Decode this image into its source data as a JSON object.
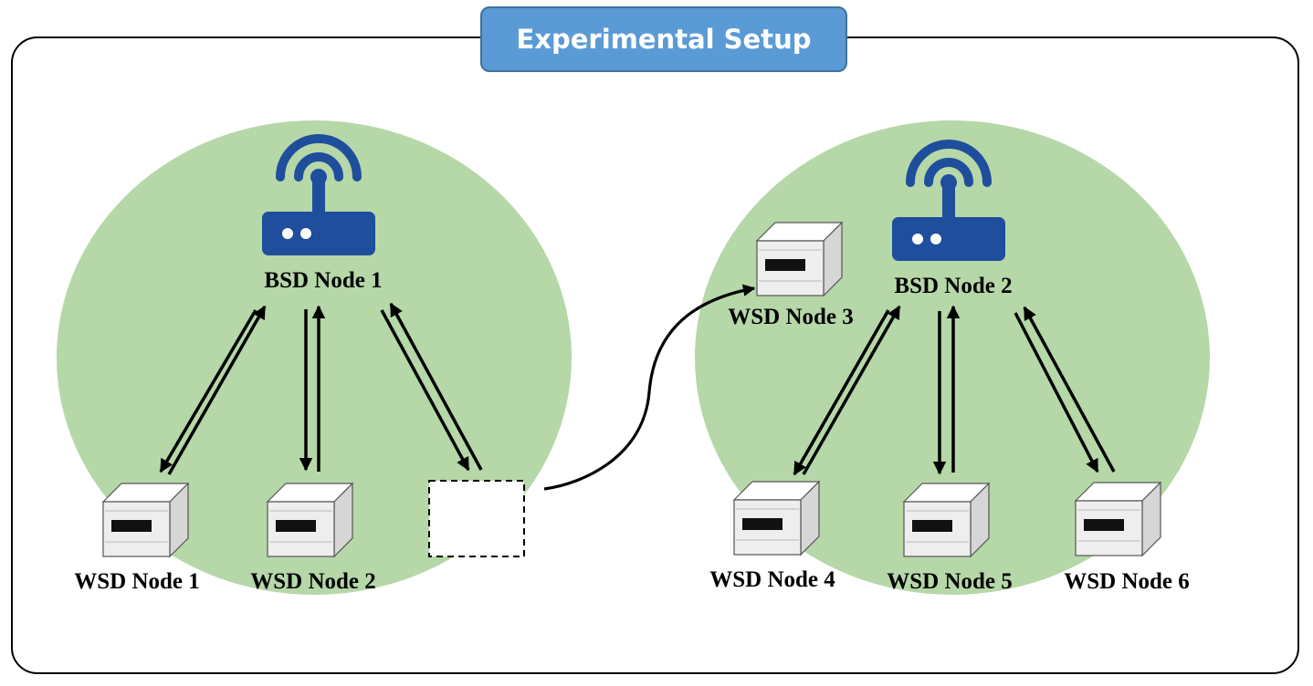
{
  "title": "Experimental Setup",
  "colors": {
    "cluster_fill": "#b6d7a8",
    "title_fill": "#5b9bd5",
    "router_blue": "#1f4e9c",
    "frame_stroke": "#000000"
  },
  "clusters": [
    {
      "bsd": {
        "label": "BSD Node 1",
        "icon": "router-icon"
      },
      "wsd": [
        {
          "label": "WSD Node 1",
          "icon": "server-box-icon"
        },
        {
          "label": "WSD Node 2",
          "icon": "server-box-icon"
        }
      ],
      "vacated_slot": "dashed-placeholder"
    },
    {
      "bsd": {
        "label": "BSD Node 2",
        "icon": "router-icon"
      },
      "wsd": [
        {
          "label": "WSD Node 3",
          "icon": "server-box-icon"
        },
        {
          "label": "WSD Node 4",
          "icon": "server-box-icon"
        },
        {
          "label": "WSD Node 5",
          "icon": "server-box-icon"
        },
        {
          "label": "WSD Node 6",
          "icon": "server-box-icon"
        }
      ]
    }
  ]
}
